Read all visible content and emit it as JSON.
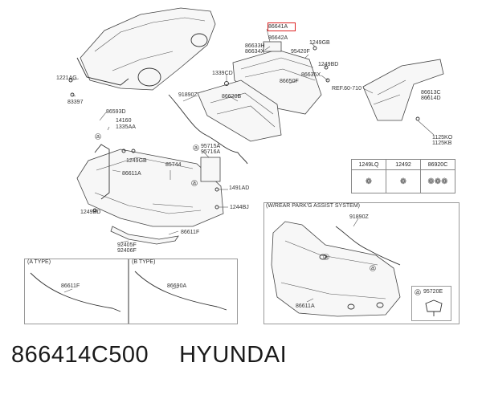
{
  "highlight_part": "86641A",
  "labels": {
    "p86641A": "86641A",
    "p86642A": "86642A",
    "p1249GB_top": "1249GB",
    "p86633H": "86633H",
    "p86634X": "86634X",
    "p95420F": "95420F",
    "p1249BD_top": "1249BD",
    "p1221AG": "1221AG",
    "p83397": "83397",
    "p1339CD": "1339CD",
    "p86635X": "86635X",
    "p86650F": "86650F",
    "p91890Z_top": "91890Z",
    "p86620B": "86620B",
    "ref": "REF.60-710",
    "p86613C": "86613C",
    "p86614D": "86614D",
    "p1125KO": "1125KO",
    "p1125KB": "1125KB",
    "p86593D": "86593D",
    "p14160": "14160",
    "p1335AA": "1335AA",
    "p1249GB_left": "1249GB",
    "p86611A_left": "86611A",
    "p85744": "85744",
    "p95715A": "95715A",
    "p95716A": "95716A",
    "p1491AD": "1491AD",
    "p1244BJ": "1244BJ",
    "p1249BD_left": "1249BD",
    "p86611F_main": "86611F",
    "p92405F": "92405F",
    "p92406F": "92406F",
    "p86611F_a": "86611F",
    "p86690A": "86690A",
    "p91890Z_rpas": "91890Z",
    "p86611A_rpas": "86611A",
    "p95720E": "95720E",
    "a": "a"
  },
  "boxes": {
    "a_type": "(A TYPE)",
    "b_type": "(B TYPE)",
    "rpas": "(W/REAR PARK'G ASSIST SYSTEM)"
  },
  "fastener_table": {
    "headers": [
      "1249LQ",
      "12492",
      "86920C"
    ],
    "icons": [
      "screw-icon",
      "screw-icon",
      "clip-set-icon"
    ]
  },
  "caption": {
    "part_number": "866414C500",
    "brand": "HYUNDAI"
  }
}
